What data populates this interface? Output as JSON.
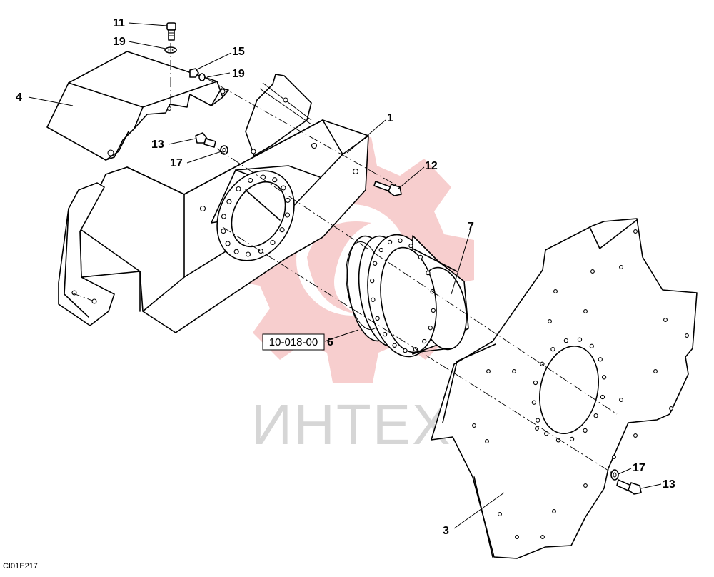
{
  "watermark": {
    "text": "ИНТЕХ",
    "gear_color": "#f6c6c6",
    "text_color": "#d6d6d6"
  },
  "reference_box": {
    "text": "10-018-00"
  },
  "drawing_code": "CI01E217",
  "callouts": {
    "c11": "11",
    "c19_top": "19",
    "c15": "15",
    "c19_mid": "19",
    "c4": "4",
    "c1": "1",
    "c13_top": "13",
    "c17_top": "17",
    "c12": "12",
    "c7": "7",
    "c6": "6",
    "c17_bottom": "17",
    "c13_bottom": "13",
    "c3": "3"
  }
}
